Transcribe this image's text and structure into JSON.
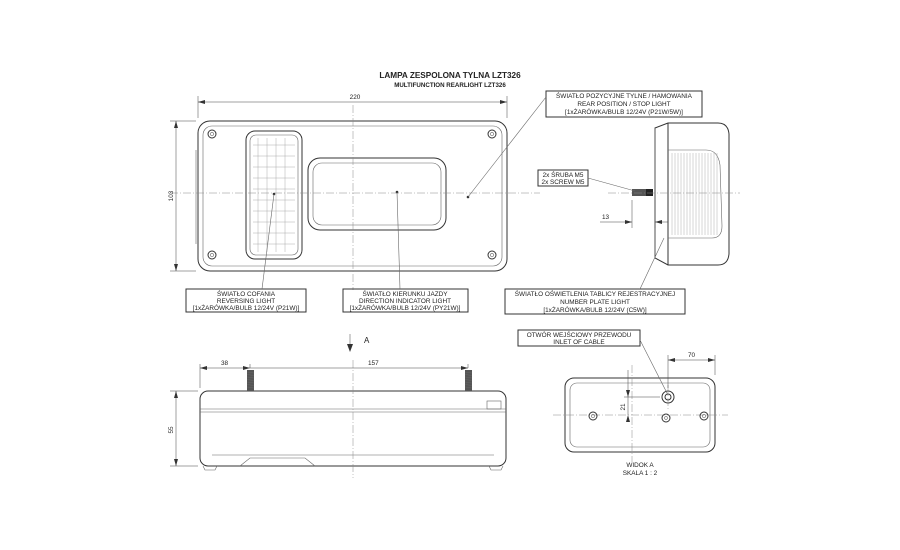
{
  "title": {
    "main": "LAMPA ZESPOLONA TYLNA LZT326",
    "sub": "MULTIFUNCTION REARLIGHT LZT326"
  },
  "dimensions": {
    "width": "220",
    "height": "103",
    "depth_offset": "13",
    "bottom_left": "38",
    "bottom_span": "157",
    "bottom_height": "55",
    "side_offset": "70",
    "cable_offset": "21"
  },
  "callouts": {
    "position_stop": {
      "line1": "ŚWIATŁO POZYCYJNE TYLNE / HAMOWANIA",
      "line2": "REAR POSITION / STOP LIGHT",
      "line3": "[1xŻARÓWKA/BULB 12/24V (P21W/5W)]"
    },
    "screw": {
      "line1": "2x ŚRUBA M5",
      "line2": "2x SCREW M5"
    },
    "reversing": {
      "line1": "ŚWIATŁO COFANIA",
      "line2": "REVERSING LIGHT",
      "line3": "[1xŻARÓWKA/BULB 12/24V (P21W)]"
    },
    "indicator": {
      "line1": "ŚWIATŁO KIERUNKU JAZDY",
      "line2": "DIRECTION INDICATOR LIGHT",
      "line3": "[1xŻARÓWKA/BULB 12/24V (PY21W)]"
    },
    "plate": {
      "line1": "ŚWIATŁO OŚWIETLENIA TABLICY REJESTRACYJNEJ",
      "line2": "NUMBER PLATE LIGHT",
      "line3": "[1xŻARÓWKA/BULB 12/24V (C5W)]"
    },
    "cable": {
      "line1": "OTWÓR WEJŚCIOWY PRZEWODU",
      "line2": "INLET OF CABLE"
    }
  },
  "view": {
    "marker": "A",
    "name": "WIDOK A",
    "scale": "SKALA 1 : 2"
  }
}
